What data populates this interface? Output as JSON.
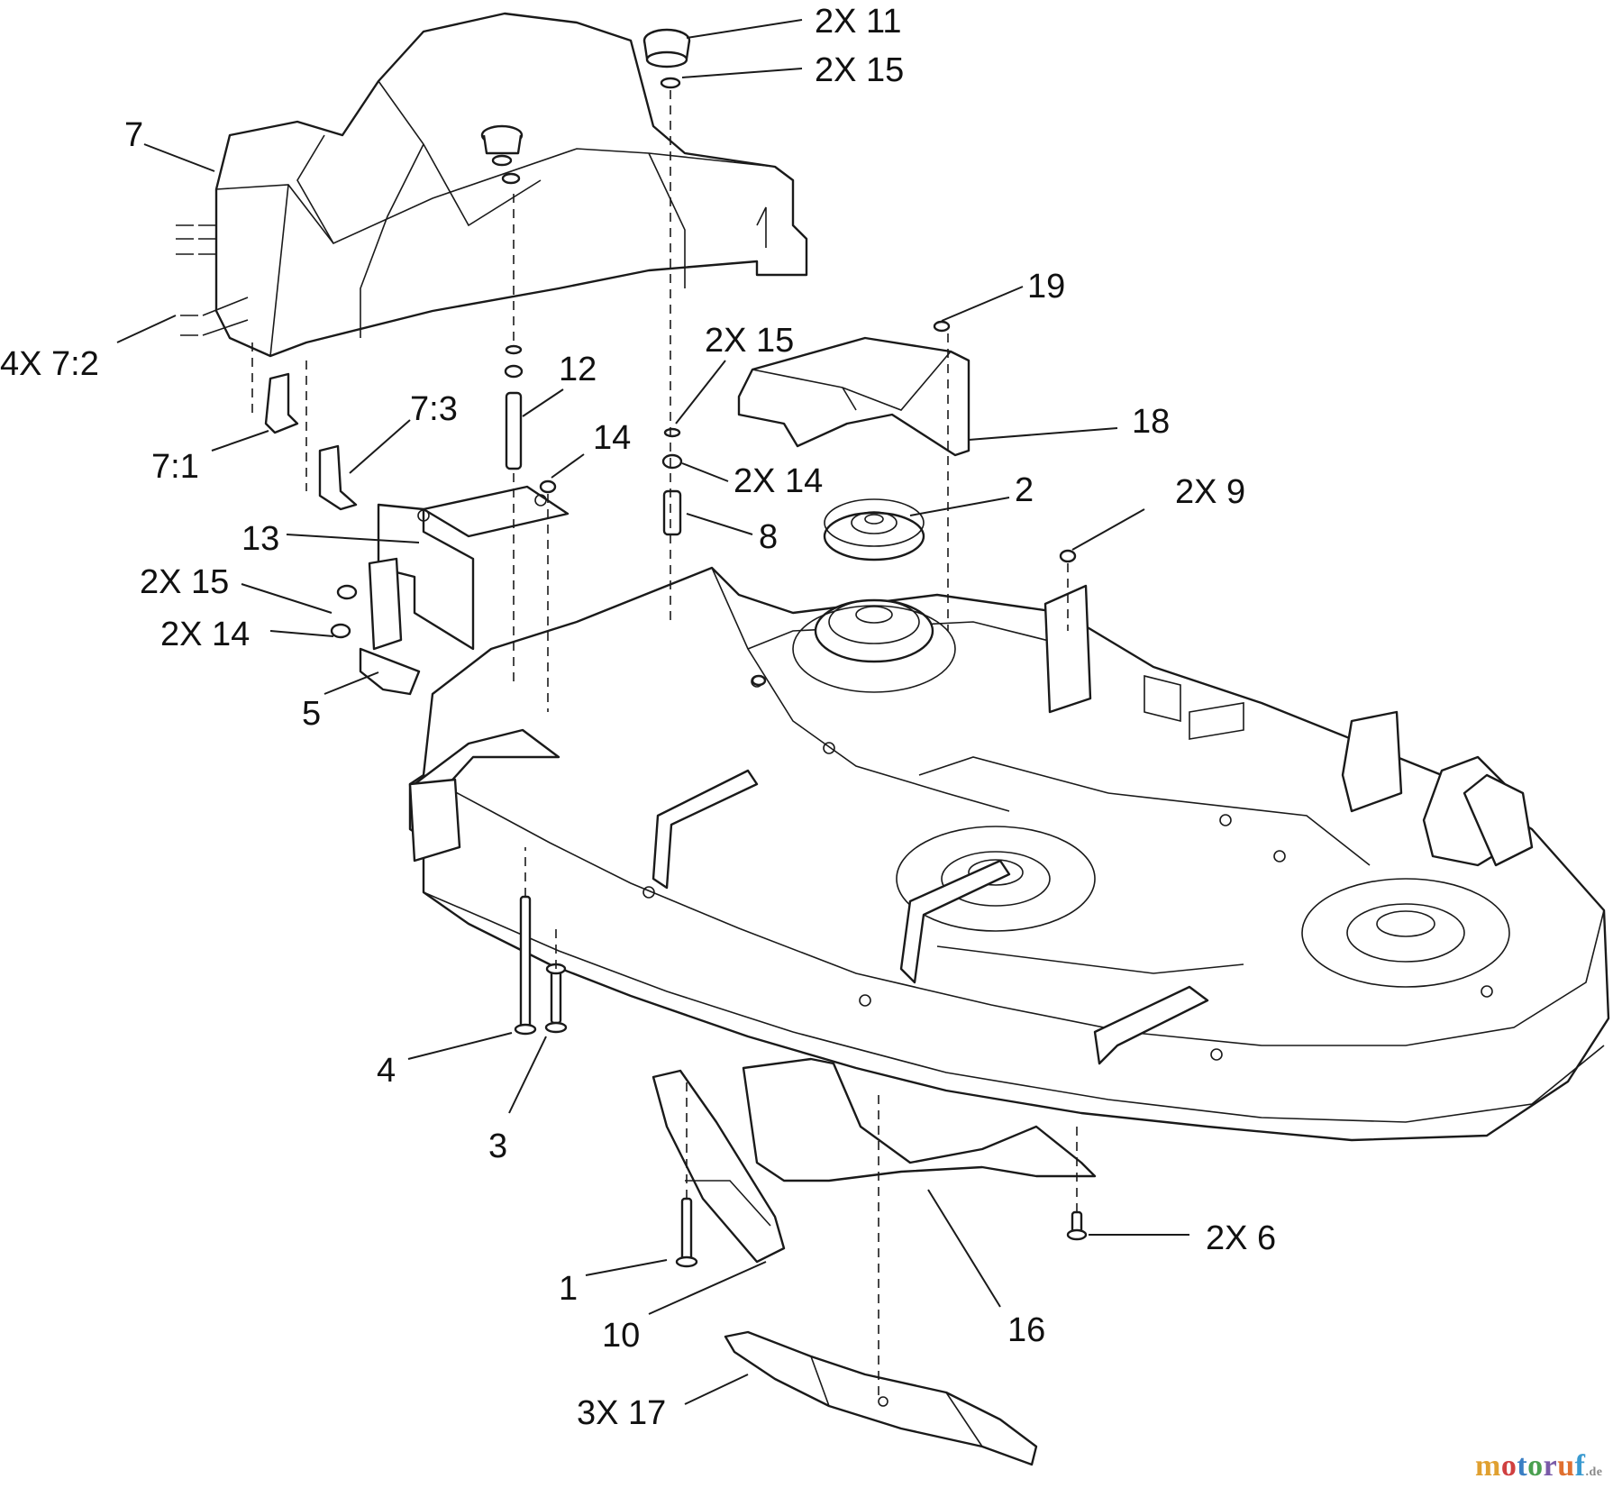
{
  "callouts": [
    {
      "id": "c1",
      "text": "2X 11"
    },
    {
      "id": "c2",
      "text": "2X 15"
    },
    {
      "id": "c3",
      "text": "7"
    },
    {
      "id": "c4",
      "text": "19"
    },
    {
      "id": "c5",
      "text": "4X 7:2"
    },
    {
      "id": "c6",
      "text": "2X 15"
    },
    {
      "id": "c7",
      "text": "12"
    },
    {
      "id": "c8",
      "text": "7:3"
    },
    {
      "id": "c9",
      "text": "18"
    },
    {
      "id": "c10",
      "text": "14"
    },
    {
      "id": "c11",
      "text": "7:1"
    },
    {
      "id": "c12",
      "text": "2X 14"
    },
    {
      "id": "c13",
      "text": "2"
    },
    {
      "id": "c14",
      "text": "2X 9"
    },
    {
      "id": "c15",
      "text": "13"
    },
    {
      "id": "c16",
      "text": "8"
    },
    {
      "id": "c17",
      "text": "2X 15"
    },
    {
      "id": "c18",
      "text": "2X 14"
    },
    {
      "id": "c19",
      "text": "5"
    },
    {
      "id": "c20",
      "text": "4"
    },
    {
      "id": "c21",
      "text": "3"
    },
    {
      "id": "c22",
      "text": "2X 6"
    },
    {
      "id": "c23",
      "text": "1"
    },
    {
      "id": "c24",
      "text": "10"
    },
    {
      "id": "c25",
      "text": "16"
    },
    {
      "id": "c26",
      "text": "3X 17"
    }
  ],
  "watermark": {
    "m": "m",
    "o1": "o",
    "t": "t",
    "o2": "o",
    "r": "r",
    "u": "u",
    "f": "f",
    "de": ".de"
  }
}
